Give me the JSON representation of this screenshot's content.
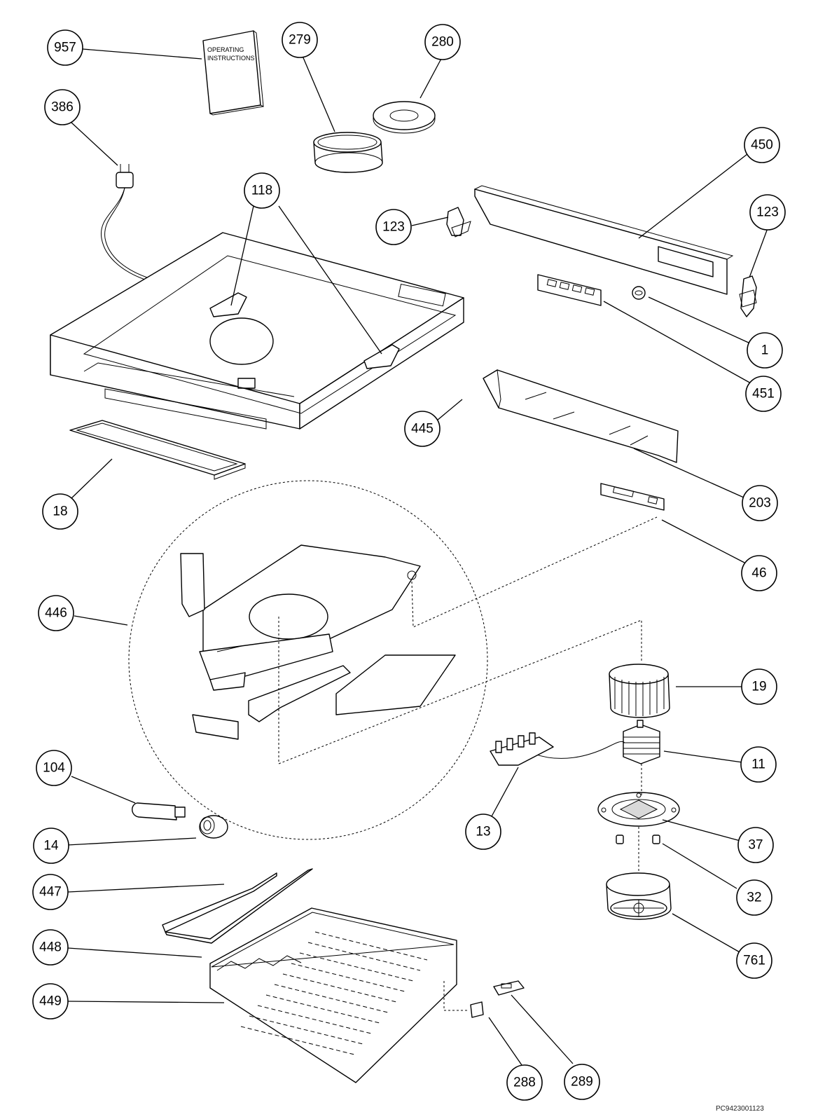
{
  "diagram": {
    "booklet_text": [
      "OPERATING",
      "INSTRUCTIONS"
    ],
    "drawing_code": "PC9423001123",
    "callouts": [
      {
        "id": "957",
        "label": "957"
      },
      {
        "id": "279",
        "label": "279"
      },
      {
        "id": "280",
        "label": "280"
      },
      {
        "id": "386",
        "label": "386"
      },
      {
        "id": "450",
        "label": "450"
      },
      {
        "id": "118",
        "label": "118"
      },
      {
        "id": "123a",
        "label": "123"
      },
      {
        "id": "123b",
        "label": "123"
      },
      {
        "id": "1",
        "label": "1"
      },
      {
        "id": "451",
        "label": "451"
      },
      {
        "id": "445",
        "label": "445"
      },
      {
        "id": "203",
        "label": "203"
      },
      {
        "id": "18",
        "label": "18"
      },
      {
        "id": "46",
        "label": "46"
      },
      {
        "id": "446",
        "label": "446"
      },
      {
        "id": "19",
        "label": "19"
      },
      {
        "id": "11",
        "label": "11"
      },
      {
        "id": "104",
        "label": "104"
      },
      {
        "id": "13",
        "label": "13"
      },
      {
        "id": "37",
        "label": "37"
      },
      {
        "id": "14",
        "label": "14"
      },
      {
        "id": "32",
        "label": "32"
      },
      {
        "id": "447",
        "label": "447"
      },
      {
        "id": "448",
        "label": "448"
      },
      {
        "id": "761",
        "label": "761"
      },
      {
        "id": "449",
        "label": "449"
      },
      {
        "id": "288",
        "label": "288"
      },
      {
        "id": "289",
        "label": "289"
      }
    ]
  }
}
